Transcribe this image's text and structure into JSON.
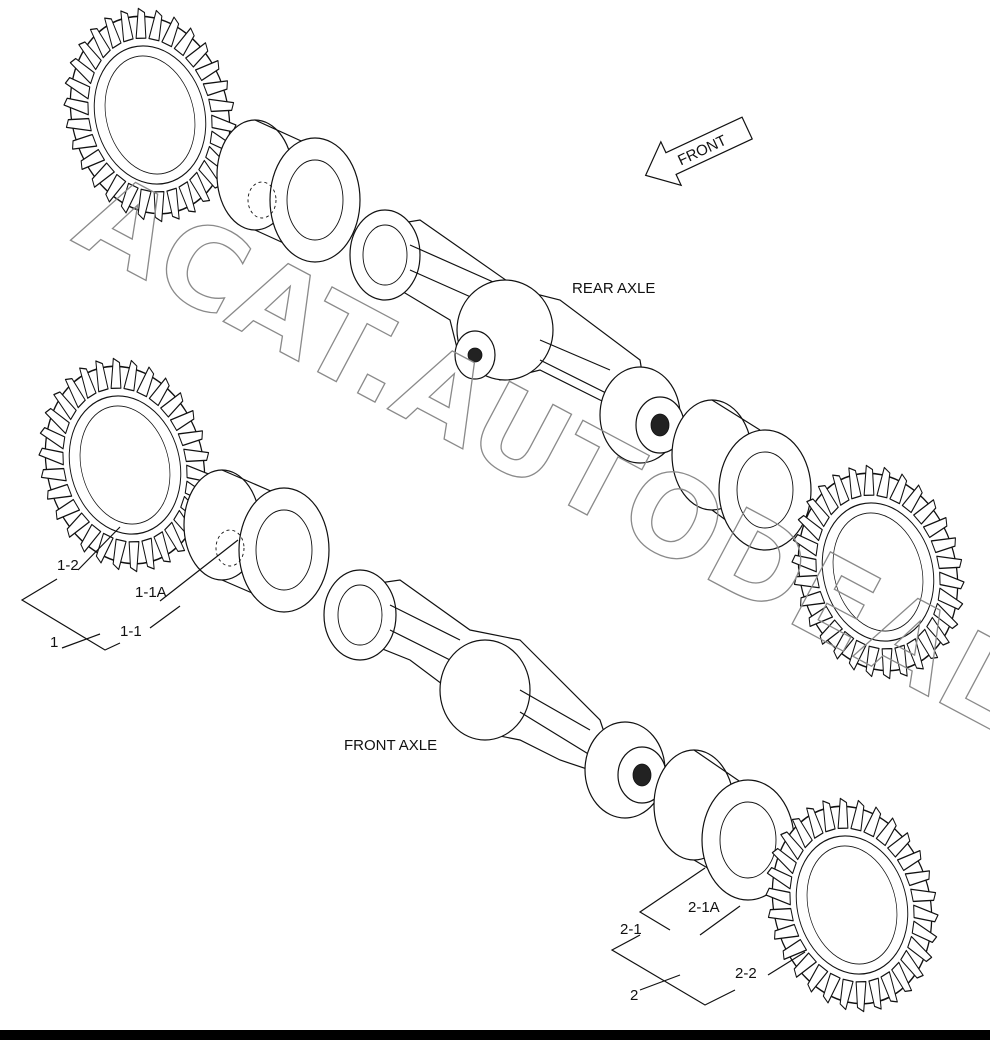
{
  "labels": {
    "front_arrow": "FRONT",
    "rear_axle": "REAR AXLE",
    "front_axle": "FRONT AXLE",
    "item_1": "1",
    "item_1_1": "1-1",
    "item_1_1A": "1-1A",
    "item_1_2": "1-2",
    "item_2": "2",
    "item_2_1": "2-1",
    "item_2_1A": "2-1A",
    "item_2_2": "2-2"
  },
  "watermark": "ACAT.AUTODEALER.RU",
  "colors": {
    "line": "#111111",
    "watermark": "#8a8a8a",
    "background": "#ffffff",
    "bottom_bar": "#000000"
  }
}
